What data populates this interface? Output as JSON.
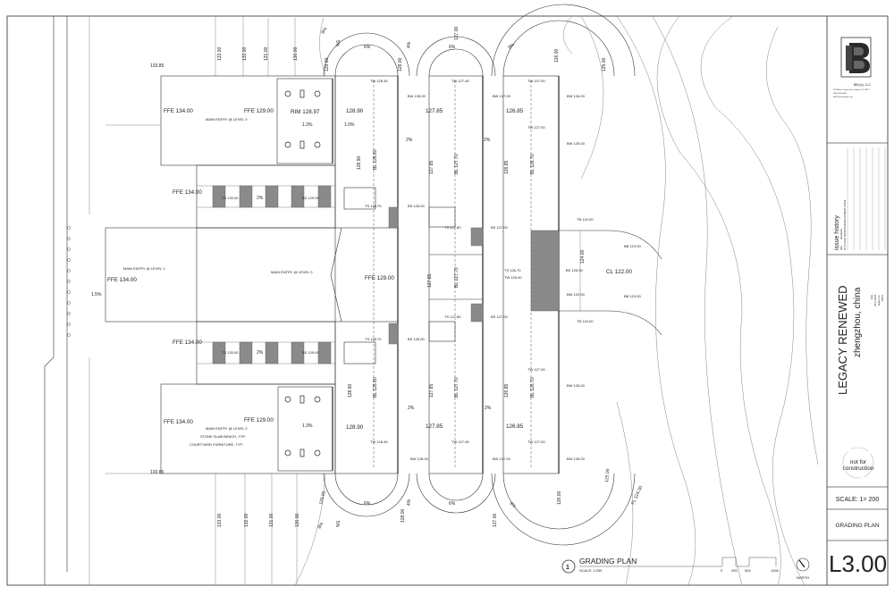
{
  "title_block": {
    "firm_name": "BBL(s), LLC",
    "firm_address": "100 Main Campus Drive, Austin TX 78712",
    "firm_phone": "(555) 000-0000",
    "firm_email": "bbl123@example.com",
    "issue_history_title": "issue history",
    "issue_col_date": "date",
    "issue_col_desc": "description",
    "issue_date": "04.21.2024",
    "issue_desc": "DESIGN DEVELOPMENT CODE",
    "project_name": "LEGACY RENEWED",
    "project_location": "zhengzhou, china",
    "date_label": "date",
    "date_value": "04.27.2024",
    "project_no_label": "project no.",
    "project_no_value": "24001",
    "stamp": "not for construction",
    "scale": "SCALE: 1= 200",
    "sheet_title": "GRADING PLAN",
    "sheet_number": "L3.00"
  },
  "drawing_caption": {
    "number": "1",
    "title": "GRADING PLAN",
    "scale": "SCALE: 1:200",
    "bar_ticks": [
      "0",
      "250",
      "500",
      "1000"
    ],
    "north": "NORTH"
  },
  "labels": {
    "spot_tl": "133.85",
    "spot_bl": "133.85",
    "ffe_top_l": "FFE 134.00",
    "ffe_top_r": "FFE 129.00",
    "entry_top": "MAIN ENTRY @ LEVEL 0",
    "rim": "RIM 128.97",
    "slope_top_13": "1.3%",
    "slope_top_10": "1.0%",
    "spot_top_12890": "128.90",
    "tw1_top": "TW 128.45",
    "bw1_top": "BW 128.00",
    "spot1_top": "127.85",
    "tw2_top": "TW 127.45",
    "bw2_top": "BW 127.00",
    "spot2_top": "126.85",
    "tw3_top": "TW 127.00",
    "bw3_top": "BW 126.00",
    "tw3_mid": "TW 127.00",
    "bw3_mid": "BW 125.00",
    "slope_a": "2%",
    "slope_b": "2%",
    "v_12890_t": "128.90",
    "v_bl12880_t": "BL 128.80",
    "v_12785_t": "127.85",
    "v_bl12770_t": "BL 127.70",
    "v_12685_t": "126.85",
    "v_bl12670_t": "BL 126.70",
    "ffe_stair_t": "FFE 134.00",
    "ts_stair_t": "TS 133.00",
    "slope_stair_t": "2%",
    "bs_stair_t": "BS 129.00",
    "ts_12870_t": "TS 128.70",
    "bs_12800_t": "BS 128.00",
    "ts_12780_t": "TS 127.80",
    "bs_12700_t": "BS 127.00",
    "tb_t": "TB 124.00",
    "bb_t": "BB 123.00",
    "entry_l1": "MAIN ENTRY @ LEVEL 1",
    "ffe_l1": "FFE 134.00",
    "slope_15": "1.5%",
    "entry_l0_mid": "MAIN ENTRY @ LEVEL 0",
    "ffe_mid": "FFE 129.00",
    "v_12785_m": "127.85",
    "v_bl12770_m": "BL 127.70",
    "ts_12670": "TS 126.70",
    "tw_12500": "TW 125.00",
    "bs_12500": "BS 125.00",
    "cl": "CL 122.00",
    "v_12400": "124.00",
    "bw_12200": "BW 122.00",
    "bb_m": "BB 123.00",
    "ts_12780_b": "TS 127.80",
    "bs_12700_b": "BS 127.00",
    "tb_b": "TB 124.00",
    "ffe_stair_b": "FFE 134.00",
    "ts_stair_b": "TS 133.00",
    "slope_stair_b": "2%",
    "bs_stair_b": "BS 129.00",
    "ts_12870_b": "TS 128.70",
    "bs_12800_b": "BS 128.00",
    "v_12890_b": "128.90",
    "v_bl12880_b": "BL 128.80",
    "v_12785_b": "127.85",
    "v_bl12770_b": "BL 127.70",
    "v_12685_b": "126.85",
    "v_bl12670_b": "BL 126.70",
    "tw3_lmid": "TW 127.00",
    "bw3_lmid": "BW 125.00",
    "slope_c": "2%",
    "slope_d": "2%",
    "ffe_bot_l": "FFE 134.00",
    "ffe_bot_r": "FFE 129.00",
    "entry_bot": "MAIN ENTRY @ LEVEL 0",
    "bench": "STONE SLAB BENCH, TYP.",
    "furniture": "COURTYARD FURNITURE, TYP.",
    "slope_bot_13": "1.3%",
    "spot_bot_12890": "128.90",
    "spot1_bot": "127.85",
    "spot2_bot": "126.85",
    "tw1_bot": "TW 128.45",
    "tw2_bot": "TW 127.45",
    "tw3_bot": "TW 127.00",
    "bw1_bot": "BW 128.00",
    "bw2_bot": "BW 127.00",
    "bw3_bot": "BW 126.00"
  },
  "contours_top": [
    "133.00",
    "132.00",
    "131.00",
    "130.00",
    "129.00",
    "128.00",
    "127.00",
    "126.00",
    "125.00"
  ],
  "slopes_top": [
    "6%",
    "4%",
    "6%",
    "8%",
    "8%",
    "5%"
  ],
  "contours_bottom": [
    "133.00",
    "132.00",
    "131.00",
    "130.00",
    "129.00",
    "128.00",
    "127.00",
    "126.00",
    "125.00",
    "FL 124.00"
  ],
  "slopes_bottom": [
    "6%",
    "4%",
    "6%",
    "8%",
    "8%",
    "5%"
  ]
}
